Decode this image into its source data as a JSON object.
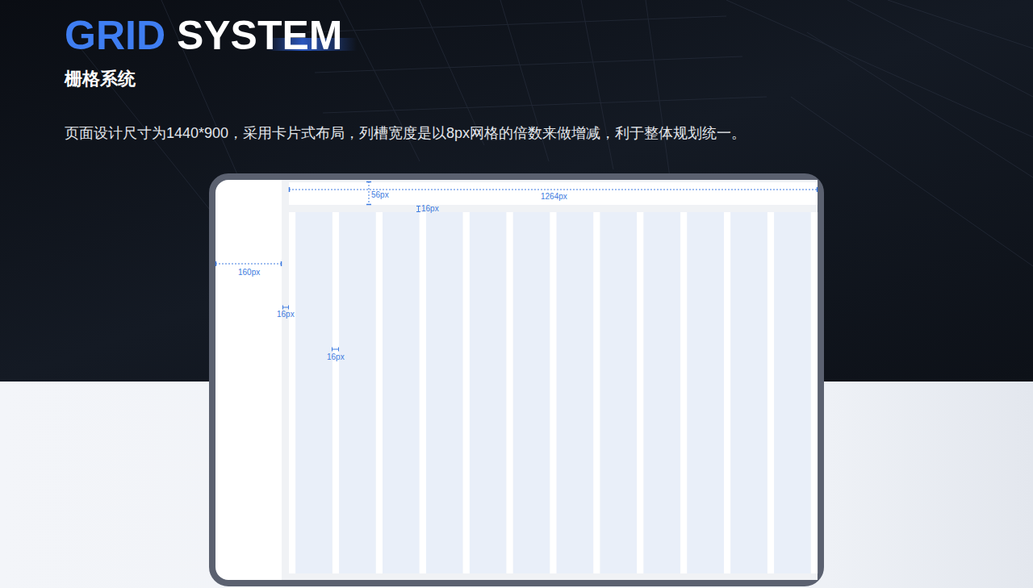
{
  "diagram": {
    "title": "GRID SYSTEM",
    "labels": [
      "栅格系统",
      "页面设计尺寸为1440*900，采用卡片式布局，列槽宽度是以8px网格的倍数来做增减，利于整体规划统一。",
      "56px",
      "1264px",
      "16px",
      "160px",
      "16px",
      "16px"
    ]
  }
}
